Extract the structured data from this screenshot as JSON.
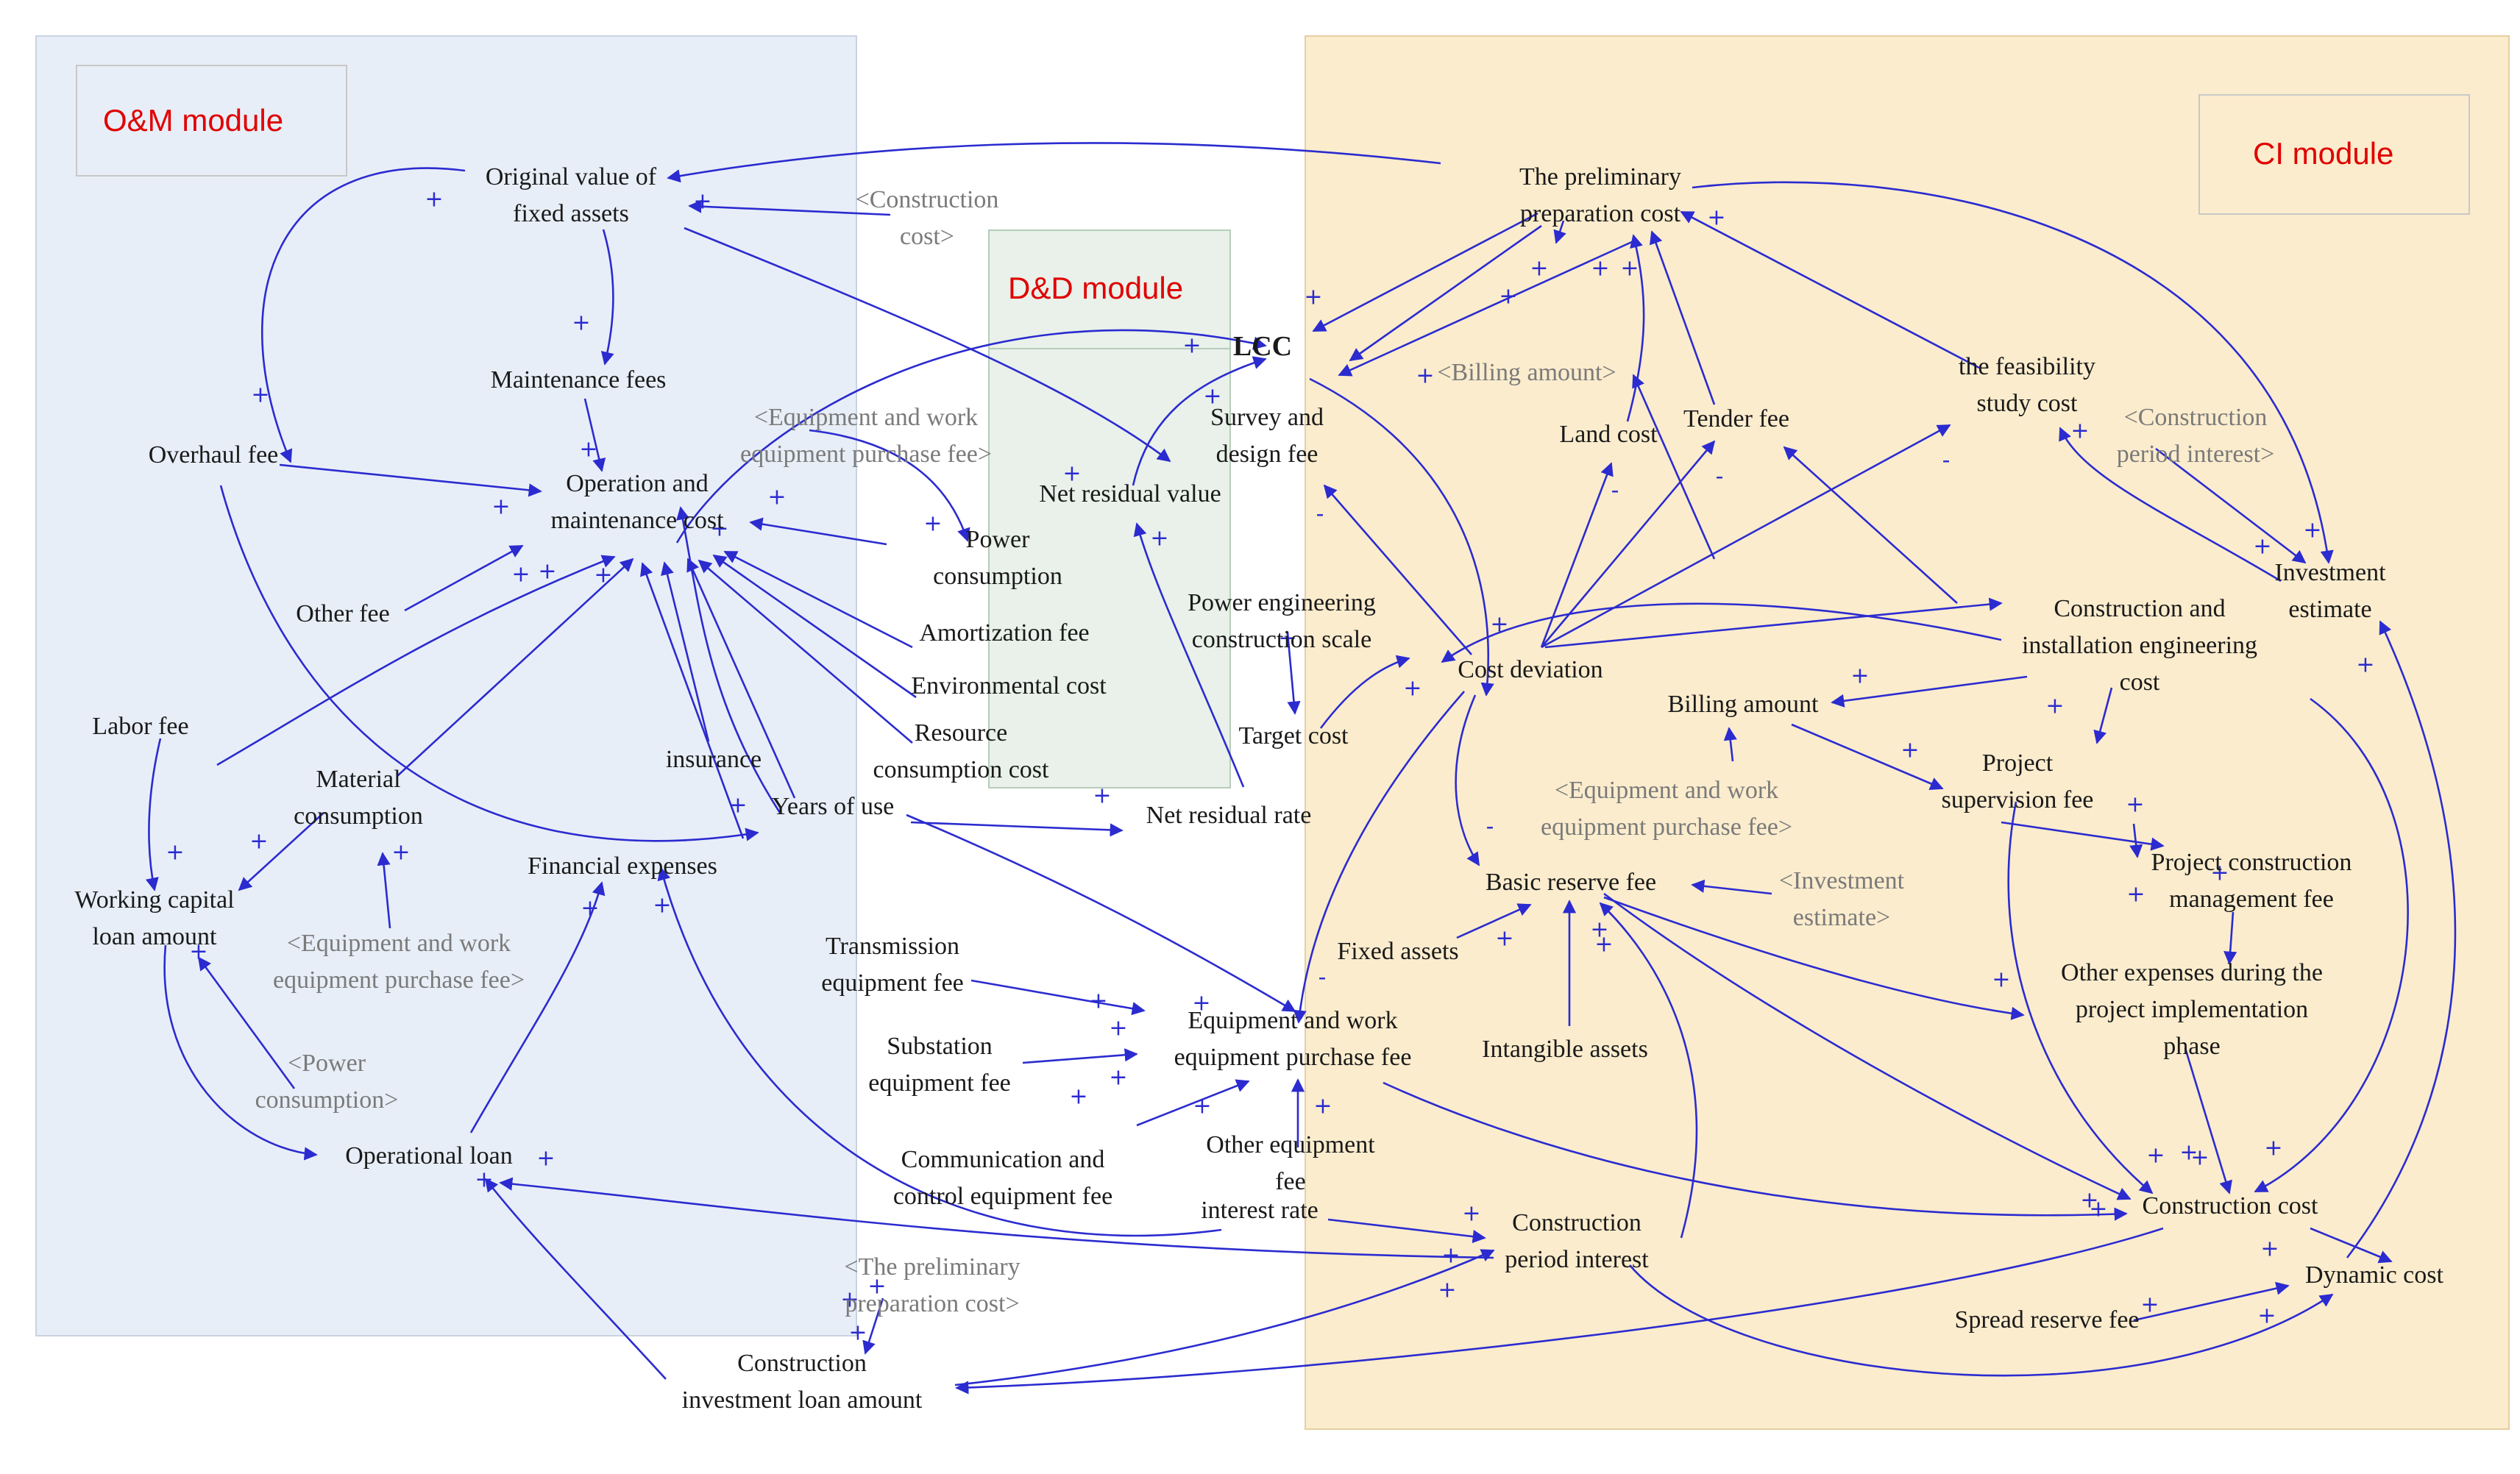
{
  "modules": {
    "om": "O&M module",
    "ci": "CI module",
    "dd": "D&D module"
  },
  "colors": {
    "om_fill": "#e8eef7",
    "ci_fill": "#fbeccd",
    "dd_fill": "#e9f1ea",
    "arrow": "#2b2bd0",
    "module_label": "#e00000"
  },
  "nodes": {
    "orig_value": "Original value of\nfixed assets",
    "construction_cost_shadow_top": "<Construction\ncost>",
    "maintenance_fees": "Maintenance fees",
    "overhaul_fee": "Overhaul fee",
    "om_cost": "Operation and\nmaintenance cost",
    "other_fee": "Other fee",
    "labor_fee": "Labor fee",
    "material_consumption": "Material\nconsumption",
    "insurance": "insurance",
    "years_of_use": "Years of use",
    "financial_expenses": "Financial expenses",
    "working_capital": "Working capital\nloan amount",
    "equip_shadow_left": "<Equipment and work\nequipment purchase fee>",
    "power_shadow": "<Power\nconsumption>",
    "operational_loan": "Operational loan",
    "equip_shadow_mid": "<Equipment and work\nequipment purchase fee>",
    "power_consumption": "Power\nconsumption",
    "amortization_fee": "Amortization fee",
    "environmental_cost": "Environmental cost",
    "resource_cost": "Resource\nconsumption cost",
    "lcc": "LCC",
    "net_residual_value": "Net residual value",
    "net_residual_rate": "Net residual rate",
    "power_scale": "Power engineering\nconstruction scale",
    "target_cost": "Target cost",
    "transmission_fee": "Transmission\nequipment fee",
    "substation_fee": "Substation\nequipment fee",
    "comm_fee": "Communication and\ncontrol equipment fee",
    "equip_fee": "Equipment and work\nequipment purchase fee",
    "other_equip_fee": "Other equipment\nfee",
    "interest_rate": "interest rate",
    "prelim_shadow": "<The preliminary\npreparation cost>",
    "construction_loan": "Construction\ninvestment loan amount",
    "prelim_cost": "The preliminary\npreparation cost",
    "billing_shadow": "<Billing amount>",
    "survey_fee": "Survey and\ndesign fee",
    "land_cost": "Land cost",
    "tender_fee": "Tender fee",
    "feasibility_cost": "the feasibility\nstudy cost",
    "construction_interest_shadow": "<Construction\nperiod interest>",
    "investment_estimate": "Investment\nestimate",
    "cost_deviation": "Cost deviation",
    "billing_amount": "Billing amount",
    "install_cost": "Construction and\ninstallation engineering\ncost",
    "project_supervision": "Project\nsupervision fee",
    "equip_shadow_right": "<Equipment and work\nequipment purchase fee>",
    "basic_reserve": "Basic reserve fee",
    "investment_shadow": "<Investment\nestimate>",
    "project_management": "Project construction\nmanagement fee",
    "fixed_assets": "Fixed assets",
    "other_expenses": "Other expenses during the\nproject implementation\nphase",
    "intangible_assets": "Intangible assets",
    "construction_interest": "Construction\nperiod interest",
    "construction_cost": "Construction cost",
    "dynamic_cost": "Dynamic cost",
    "spread_reserve": "Spread reserve fee"
  }
}
